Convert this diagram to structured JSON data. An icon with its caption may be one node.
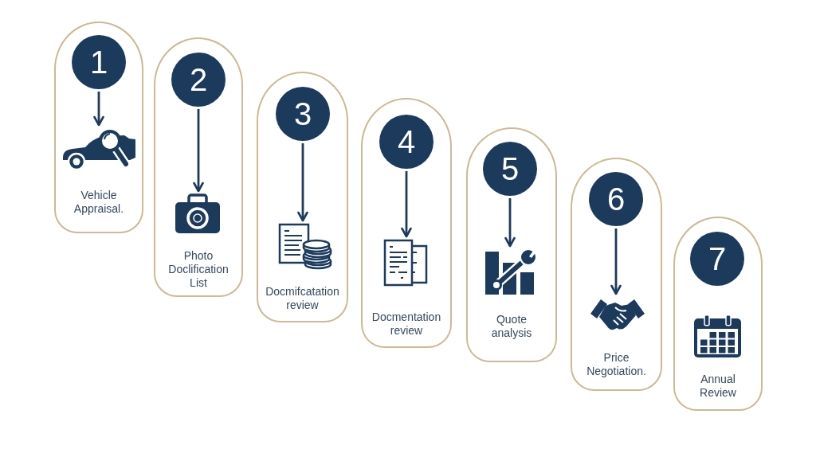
{
  "diagram": {
    "nodes": [
      {
        "text": [
          "Vehicle Appraisal."
        ]
      },
      {
        "text": [
          "1"
        ],
        "in": 0
      },
      {
        "text": [],
        "shape": "picture",
        "in": 0
      },
      {
        "text": [
          "Photo Doclification List"
        ]
      },
      {
        "text": [
          "2"
        ],
        "in": 3
      },
      {
        "text": [],
        "shape": "picture",
        "in": 3
      },
      {
        "text": [
          "Docmifcatation review"
        ]
      },
      {
        "text": [
          "3"
        ],
        "in": 6
      },
      {
        "text": [],
        "shape": "picture",
        "in": 6
      },
      {
        "text": [
          "Docmentation review"
        ]
      },
      {
        "text": [
          "4"
        ],
        "in": 9
      },
      {
        "text": [],
        "shape": "picture",
        "in": 9
      },
      {
        "text": [
          "Quote analysis"
        ]
      },
      {
        "text": [
          "5"
        ],
        "in": 12
      },
      {
        "text": [],
        "shape": "picture",
        "in": 12
      },
      {
        "text": [
          "Price Negotiation."
        ]
      },
      {
        "text": [
          "6"
        ],
        "in": 15
      },
      {
        "text": [],
        "shape": "picture",
        "in": 15
      },
      {
        "text": [
          "Annual Review"
        ]
      },
      {
        "text": [
          "7"
        ],
        "in": 18
      },
      {
        "text": [],
        "shape": "picture",
        "in": 18
      }
    ],
    "edges": [
      {
        "from": 1,
        "to": 2,
        "arrow": "to"
      },
      {
        "from": 4,
        "to": 5,
        "arrow": "to"
      },
      {
        "from": 7,
        "to": 8,
        "arrow": "to"
      },
      {
        "from": 10,
        "to": 11,
        "arrow": "to"
      },
      {
        "from": 13,
        "to": 14,
        "arrow": "to"
      },
      {
        "from": 16,
        "to": 17,
        "arrow": "to"
      }
    ]
  }
}
